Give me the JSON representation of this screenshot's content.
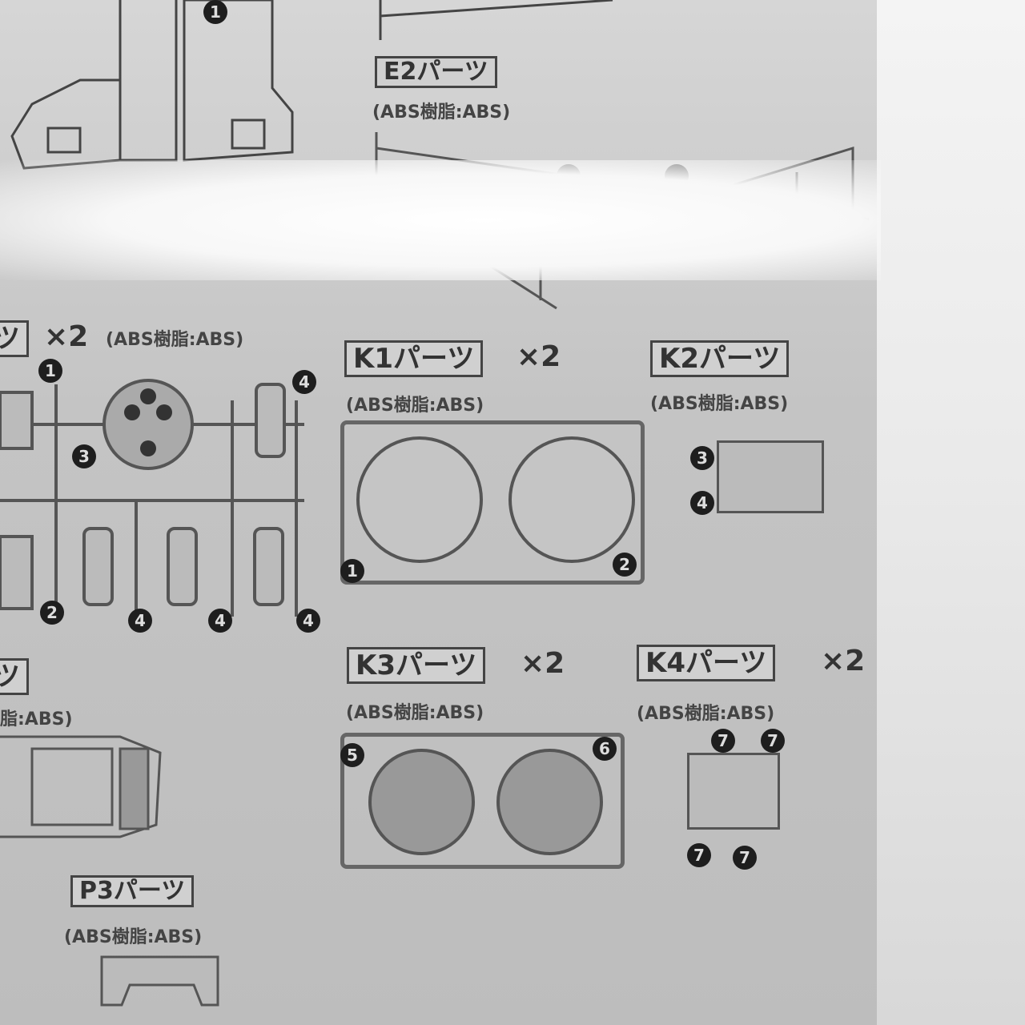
{
  "parts": {
    "e2": {
      "label": "E2パーツ",
      "material": "(ABS樹脂:ABS)"
    },
    "left_top": {
      "label": "ツ",
      "multiplier": "×2",
      "material": "(ABS樹脂:ABS)",
      "numbers": [
        "1",
        "3",
        "4",
        "2",
        "4",
        "4",
        "4"
      ]
    },
    "k1": {
      "label": "K1パーツ",
      "multiplier": "×2",
      "material": "(ABS樹脂:ABS)",
      "numbers": [
        "1",
        "2"
      ]
    },
    "k2": {
      "label": "K2パーツ",
      "material": "(ABS樹脂:ABS)",
      "numbers": [
        "3",
        "4"
      ]
    },
    "left_mid": {
      "label": "ツ",
      "material": "脂:ABS)"
    },
    "k3": {
      "label": "K3パーツ",
      "multiplier": "×2",
      "material": "(ABS樹脂:ABS)",
      "numbers": [
        "5",
        "6"
      ]
    },
    "k4": {
      "label": "K4パーツ",
      "multiplier": "×2",
      "material": "(ABS樹脂:ABS)",
      "numbers": [
        "7",
        "7",
        "7",
        "7"
      ]
    },
    "p3": {
      "label": "P3パーツ",
      "material": "(ABS樹脂:ABS)"
    },
    "top_numbers": [
      "1"
    ]
  }
}
